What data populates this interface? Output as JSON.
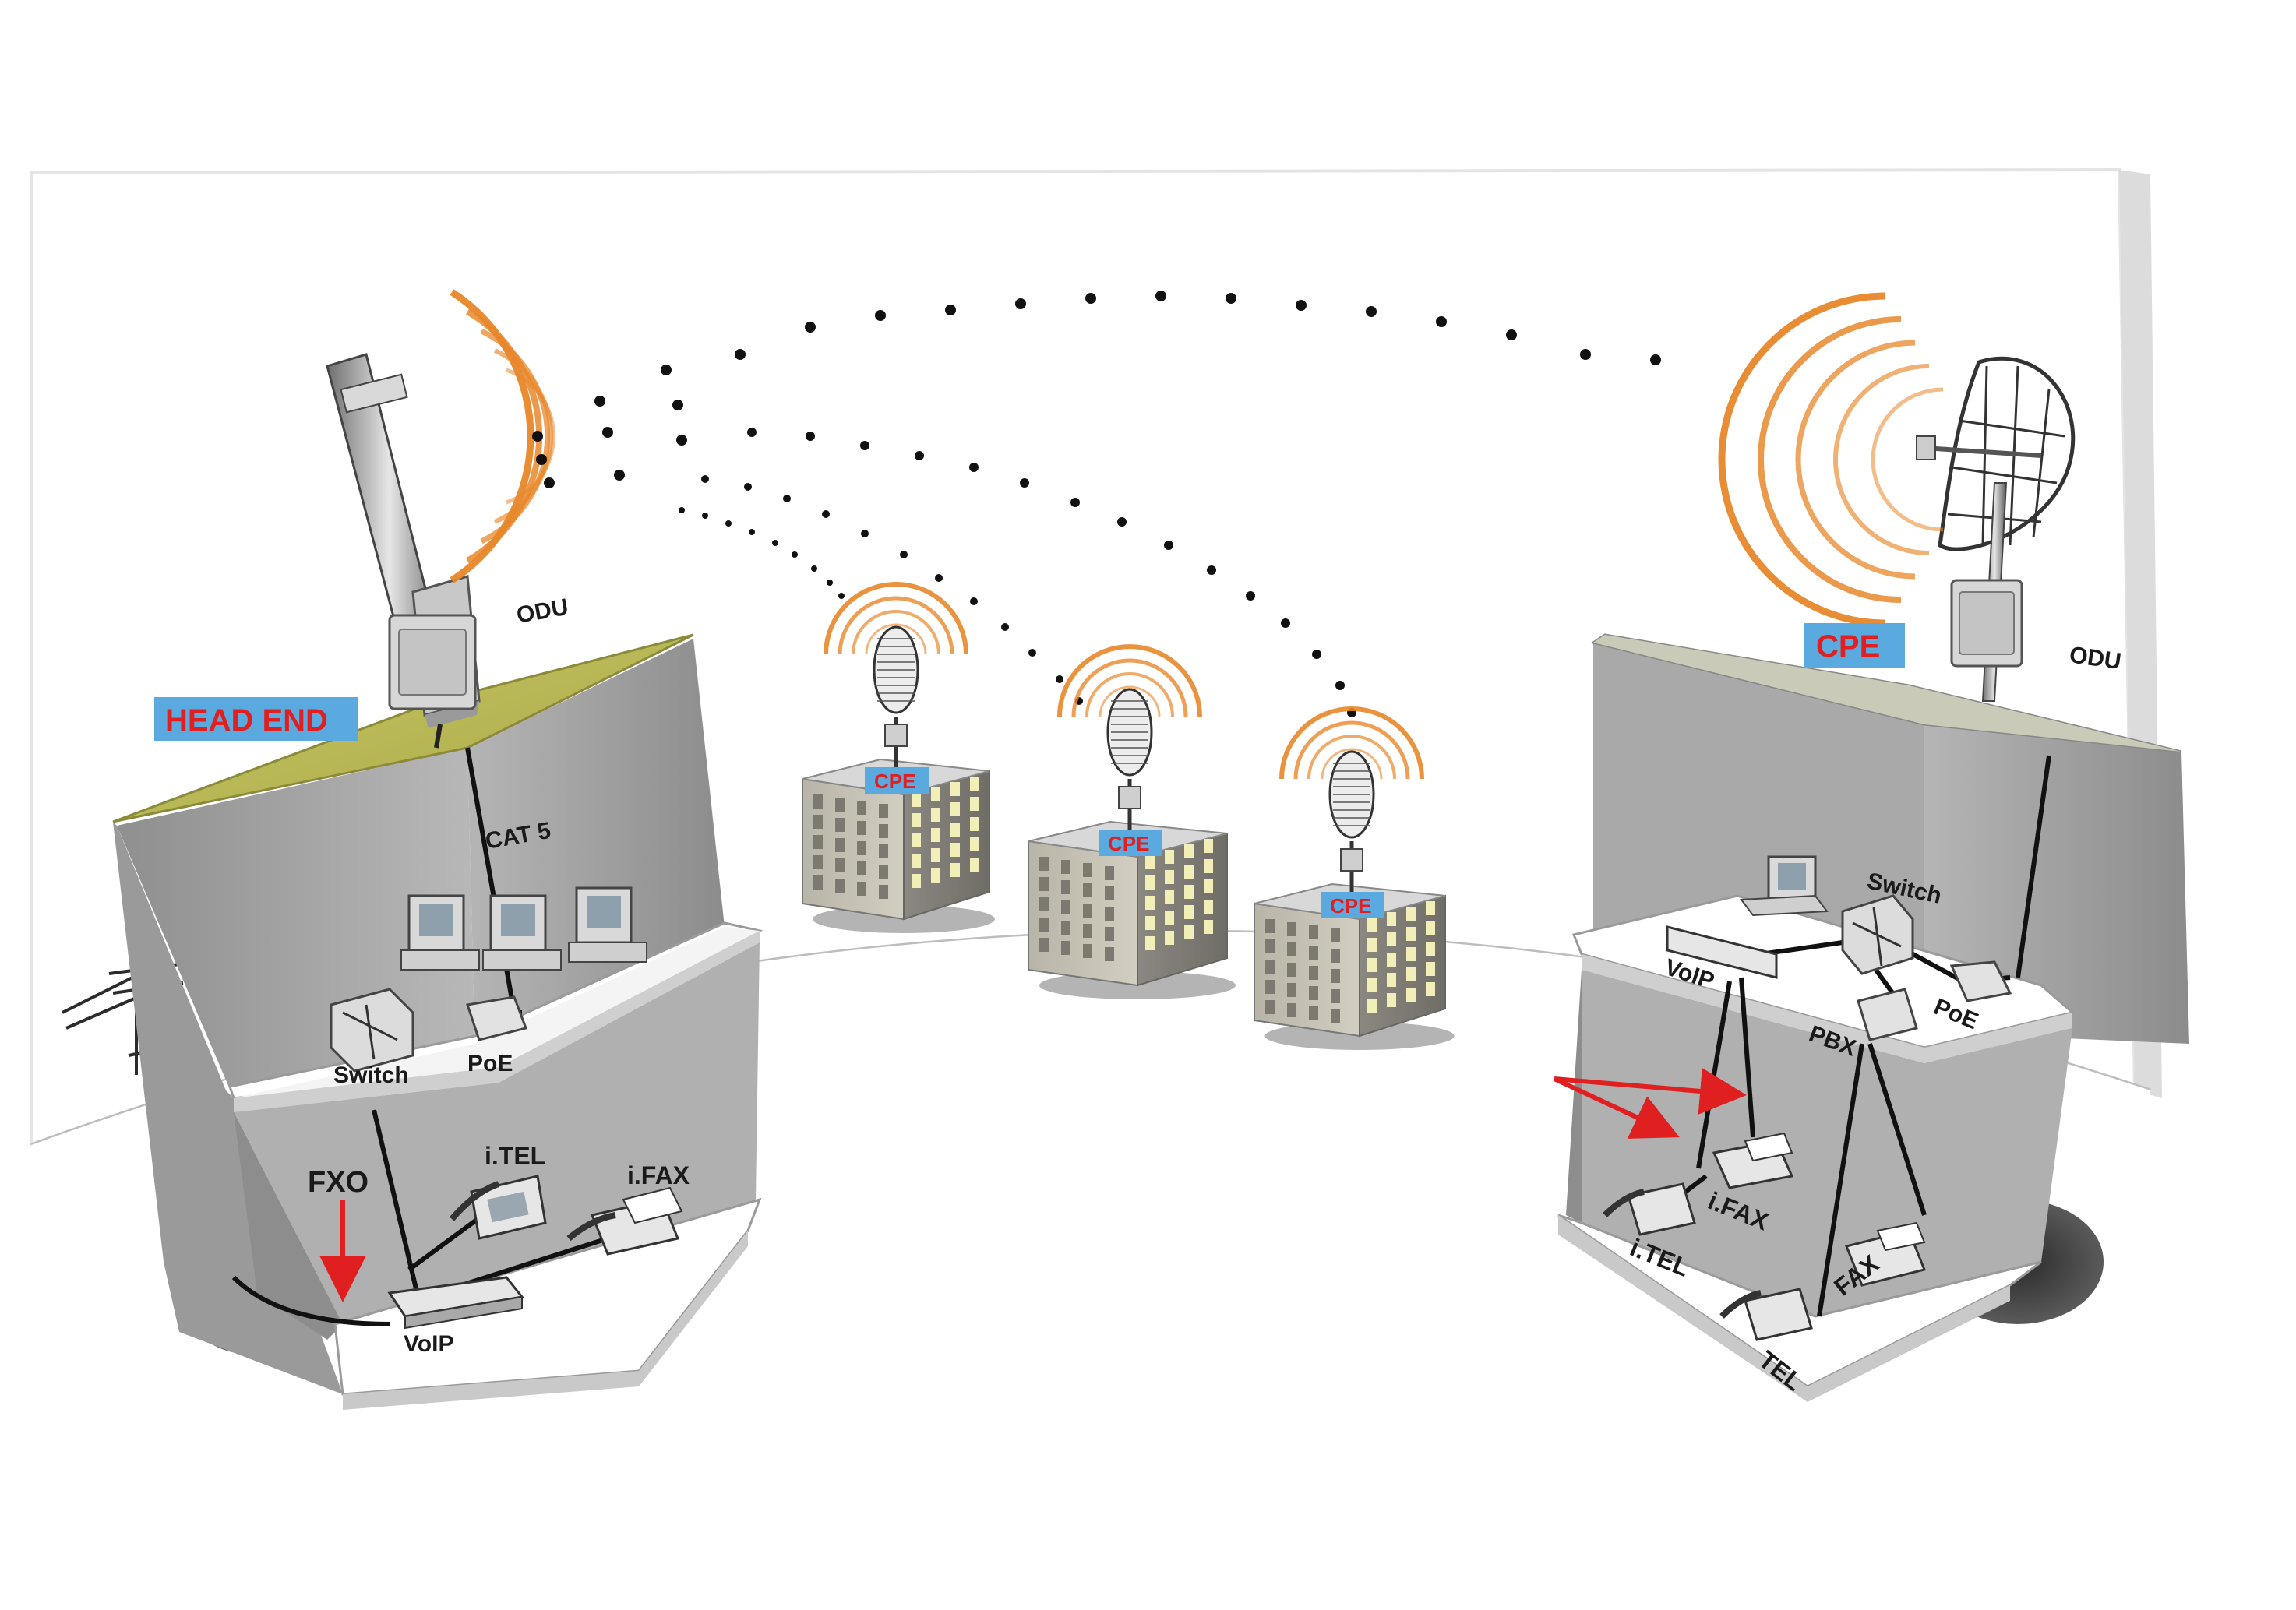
{
  "head_end": {
    "tag": "HEAD END",
    "odu_label": "ODU",
    "cable_label": "CAT 5",
    "upper_floor": {
      "switch_label": "Switch",
      "poe_label": "PoE"
    },
    "lower_floor": {
      "fxo_label": "FXO",
      "itel_label": "i.TEL",
      "ifax_label": "i.FAX",
      "voip_label": "VoIP"
    }
  },
  "middle_buildings": [
    {
      "tag": "CPE"
    },
    {
      "tag": "CPE"
    },
    {
      "tag": "CPE"
    }
  ],
  "remote_site": {
    "tag": "CPE",
    "odu_label": "ODU",
    "upper_floor": {
      "switch_label": "Switch",
      "voip_label": "VoIP",
      "pbx_label": "PBX",
      "poe_label": "PoE"
    },
    "lower_floor": {
      "ifax_label": "i.FAX",
      "itel_label": "i.TEL",
      "fax_label": "FAX",
      "tel_label": "TEL"
    }
  },
  "colors": {
    "tag_background": "#5aaadf",
    "tag_text": "#e02020",
    "signal_wave": "#e8872a",
    "roof": "#b3b24a",
    "wall": "#9d9d9d",
    "arrow": "#e02020"
  }
}
